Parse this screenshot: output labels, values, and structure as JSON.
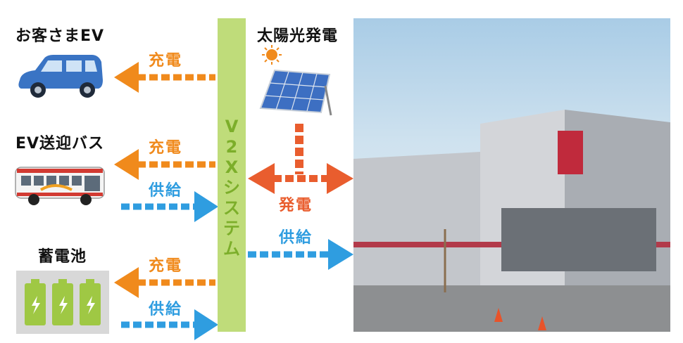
{
  "nodes": {
    "customer_ev": "お客さまEV",
    "ev_bus": "EV送迎バス",
    "battery": "蓄電池",
    "solar": "太陽光発電",
    "v2x": [
      "V",
      "2",
      "X",
      "シ",
      "ス",
      "テ",
      "ム"
    ]
  },
  "flows": {
    "charge_ev": "充電",
    "charge_bus": "充電",
    "supply_bus": "供給",
    "charge_battery": "充電",
    "supply_battery": "供給",
    "generation": "発電",
    "supply_building": "供給"
  },
  "colors": {
    "charge": "#f08a1c",
    "supply": "#2f9de0",
    "generation": "#e95d2e",
    "v2x_bar": "#bfdc7a",
    "v2x_text": "#7cae2a"
  },
  "icons": [
    "car-icon",
    "bus-icon",
    "battery-icon",
    "sun-icon",
    "solar-panel-icon",
    "building-photo"
  ]
}
